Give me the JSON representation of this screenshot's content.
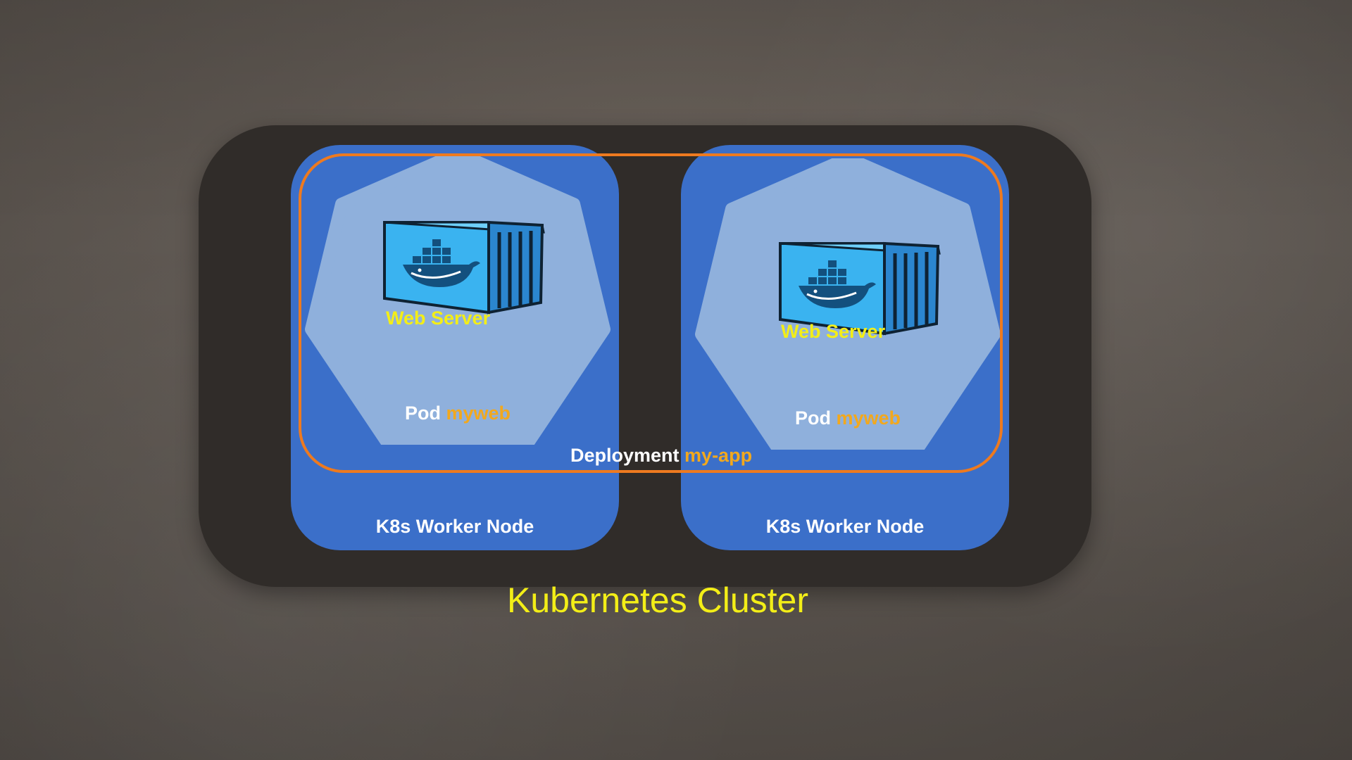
{
  "cluster": {
    "label": "Kubernetes Cluster"
  },
  "deployment": {
    "prefix": "Deployment",
    "name": "my-app"
  },
  "nodes": [
    {
      "label": "K8s Worker Node",
      "pod": {
        "prefix": "Pod",
        "name": "myweb",
        "container_label": "Web Server",
        "container_icon": "docker-container-icon"
      }
    },
    {
      "label": "K8s Worker Node",
      "pod": {
        "prefix": "Pod",
        "name": "myweb",
        "container_label": "Web Server",
        "container_icon": "docker-container-icon"
      }
    }
  ],
  "colors": {
    "cluster": "#302c29",
    "node": "#3b6fc9",
    "pod": "#8fb0dc",
    "deployment_border": "#ee7a1f",
    "highlight_yellow": "#f3ee17",
    "highlight_orange": "#f2a81d"
  }
}
